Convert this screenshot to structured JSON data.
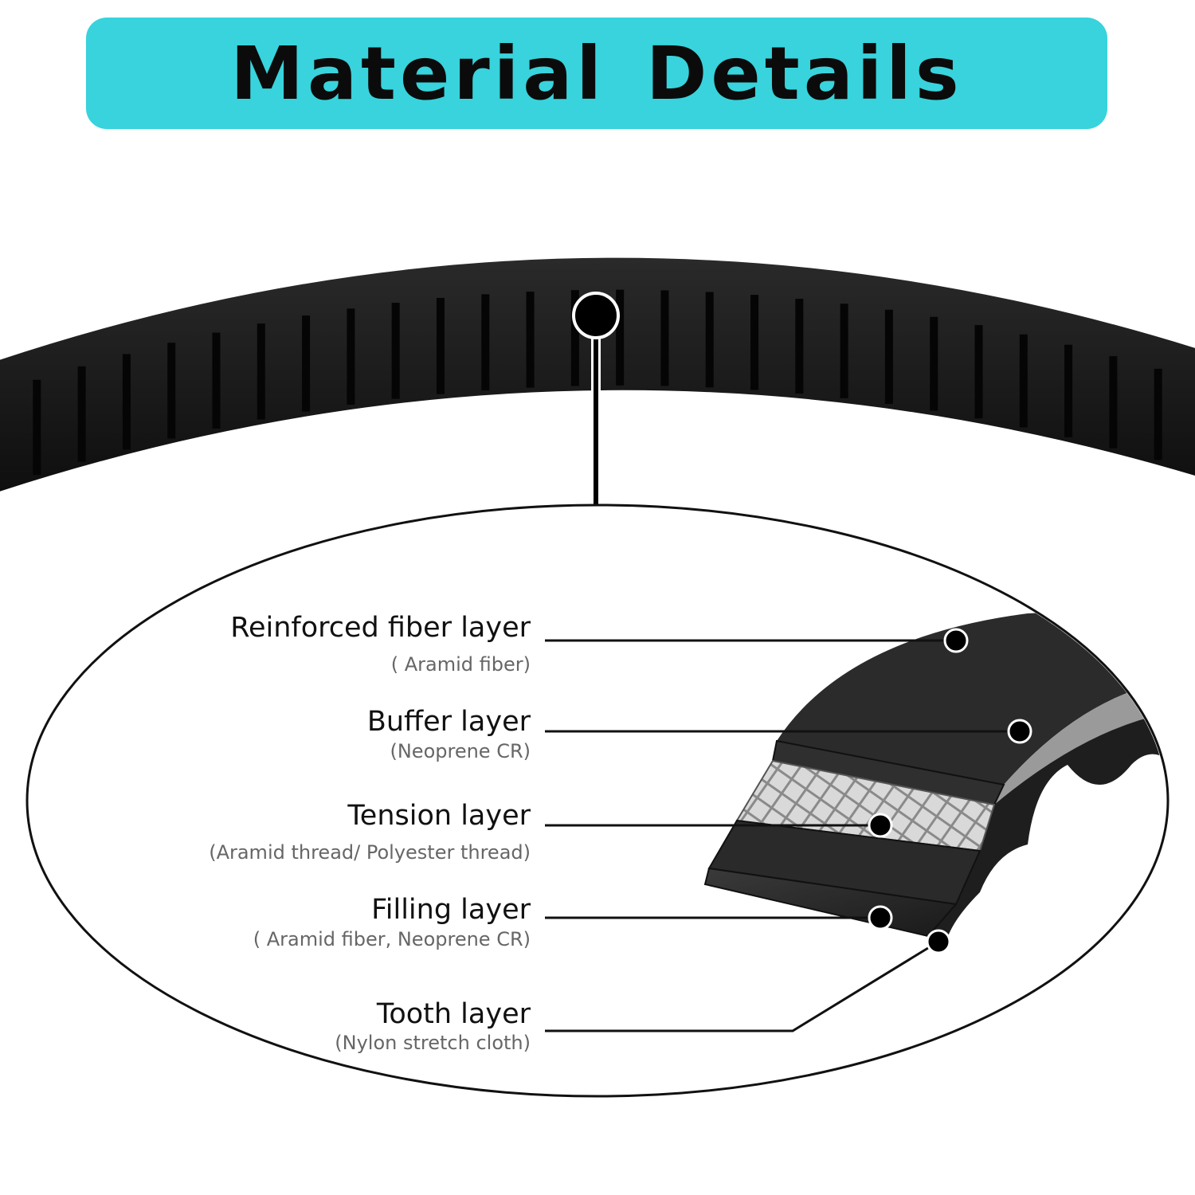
{
  "header": {
    "title": "Material Details"
  },
  "colors": {
    "banner": "#38d3dc",
    "belt": "#161616",
    "text": "#111111",
    "subtext": "#666666"
  },
  "layers": [
    {
      "name": "Reinforced fiber layer",
      "material": "( Aramid fiber)"
    },
    {
      "name": "Buffer layer",
      "material": "(Neoprene CR)"
    },
    {
      "name": "Tension layer",
      "material": "(Aramid thread/ Polyester thread)"
    },
    {
      "name": "Filling layer",
      "material": "( Aramid fiber, Neoprene CR)"
    },
    {
      "name": "Tooth layer",
      "material": "(Nylon stretch cloth)"
    }
  ]
}
